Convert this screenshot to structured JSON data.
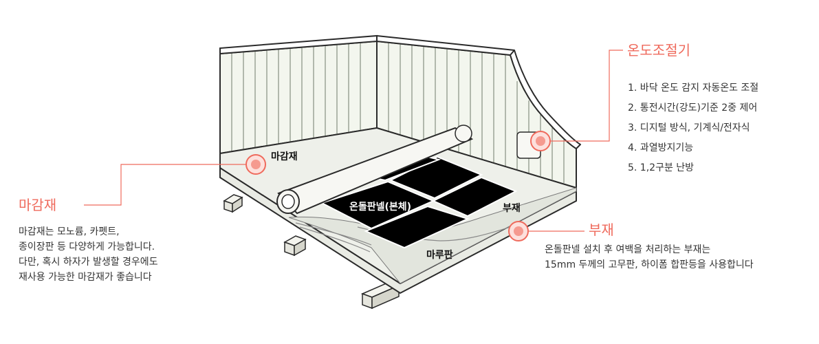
{
  "diagram": {
    "image_labels": {
      "finish_material": "마감재",
      "panel": "온돌판넬(본체)",
      "sub_material": "부재",
      "floorboard": "마루판"
    },
    "thermostat": {
      "title": "온도조절기",
      "features": [
        "1. 바닥 온도 감지 자동온도 조절",
        "2. 통전시간(강도)기준 2중 제어",
        "3. 디지털 방식, 기계식/전자식",
        "4. 과열방지기능",
        "5. 1,2구분 난방"
      ]
    },
    "finish": {
      "title": "마감재",
      "lines": [
        "마감재는 모노륨, 카펫트,",
        "종이장판 등 다양하게 가능합니다.",
        "다만, 혹시 하자가 발생할 경우에도",
        "재사용 가능한 마감재가 좋습니다"
      ]
    },
    "sub": {
      "title": "부재",
      "lines": [
        "온돌판넬 설치 후 여백을 처리하는 부재는",
        "15mm 두께의 고무판, 하이폼 합판등을 사용합니다"
      ]
    },
    "colors": {
      "accent": "#ef6a5c",
      "marker_fill": "#f59a8f",
      "wall": "#f3f6ee",
      "panel": "#000000",
      "outline": "#2a2a2a"
    }
  }
}
